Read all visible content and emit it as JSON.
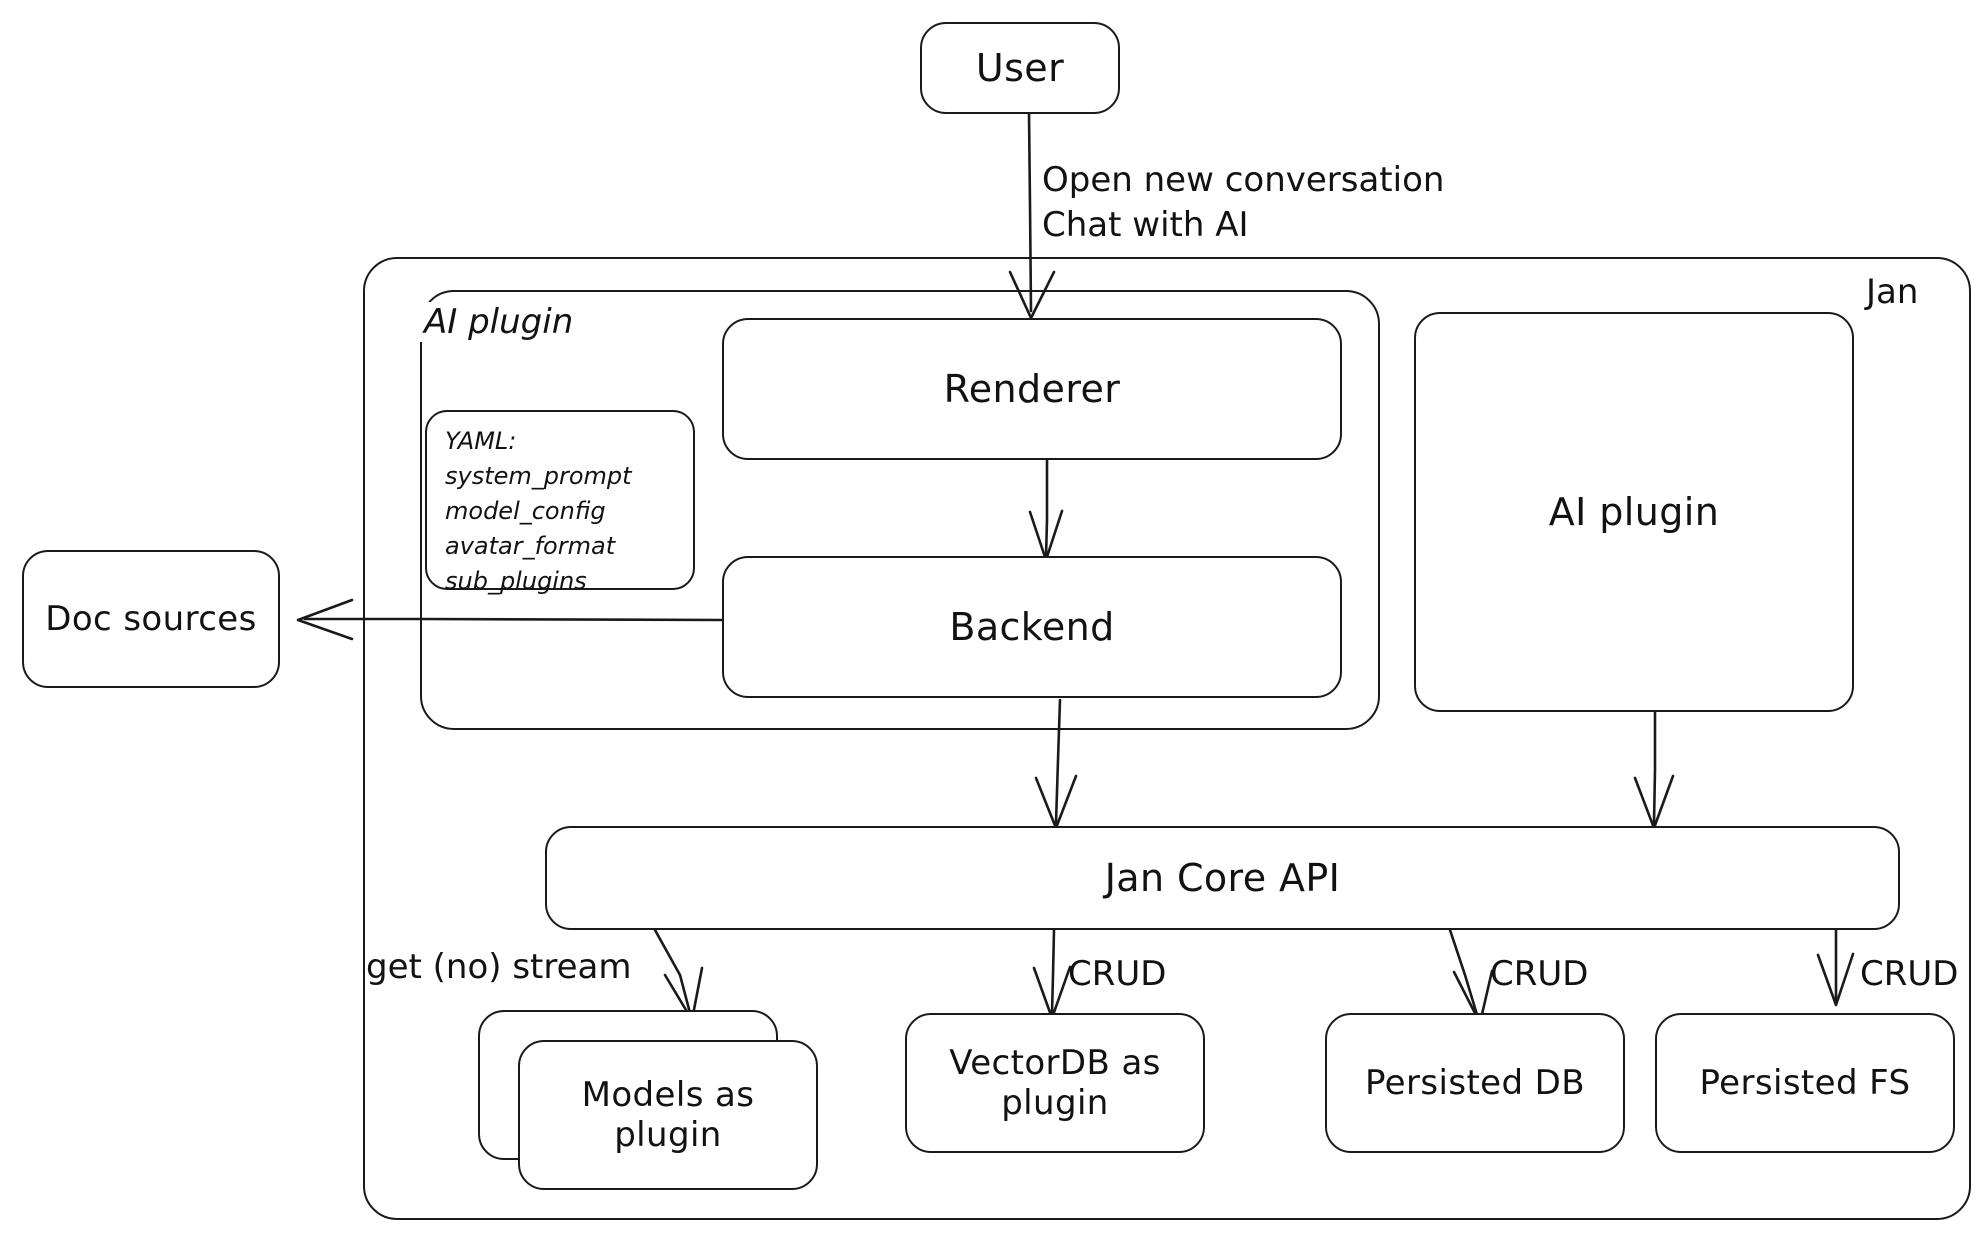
{
  "diagram": {
    "title": "Jan architecture diagram",
    "style": "hand-drawn flowchart",
    "stroke_color": "#1a1a1a",
    "background_color": "#ffffff"
  },
  "nodes": {
    "user": "User",
    "doc_sources": "Doc sources",
    "renderer": "Renderer",
    "backend": "Backend",
    "ai_plugin_right": "AI plugin",
    "jan_core_api": "Jan Core API",
    "models_as_plugin": "Models as\nplugin",
    "vectordb_as_plugin": "VectorDB as\nplugin",
    "persisted_db": "Persisted DB",
    "persisted_fs": "Persisted FS"
  },
  "groups": {
    "jan": "Jan",
    "ai_plugin": "AI plugin"
  },
  "yaml_note": {
    "header": "YAML:",
    "items": [
      "system_prompt",
      "model_config",
      "avatar_format",
      "sub_plugins"
    ],
    "text": "YAML:\nsystem_prompt\nmodel_config\navatar_format\nsub_plugins"
  },
  "edge_labels": {
    "user_to_renderer": "Open new conversation\nChat with AI",
    "models": "get (no) stream",
    "vectordb": "CRUD",
    "persisted_db": "CRUD",
    "persisted_fs": "CRUD"
  },
  "edges": [
    {
      "from": "user",
      "to": "renderer",
      "label": "Open new conversation / Chat with AI"
    },
    {
      "from": "renderer",
      "to": "backend",
      "label": ""
    },
    {
      "from": "backend",
      "to": "doc_sources",
      "label": ""
    },
    {
      "from": "backend",
      "to": "jan_core_api",
      "label": ""
    },
    {
      "from": "ai_plugin_right",
      "to": "jan_core_api",
      "label": ""
    },
    {
      "from": "jan_core_api",
      "to": "models_as_plugin",
      "label": "get (no) stream"
    },
    {
      "from": "jan_core_api",
      "to": "vectordb_as_plugin",
      "label": "CRUD"
    },
    {
      "from": "jan_core_api",
      "to": "persisted_db",
      "label": "CRUD"
    },
    {
      "from": "jan_core_api",
      "to": "persisted_fs",
      "label": "CRUD"
    }
  ]
}
